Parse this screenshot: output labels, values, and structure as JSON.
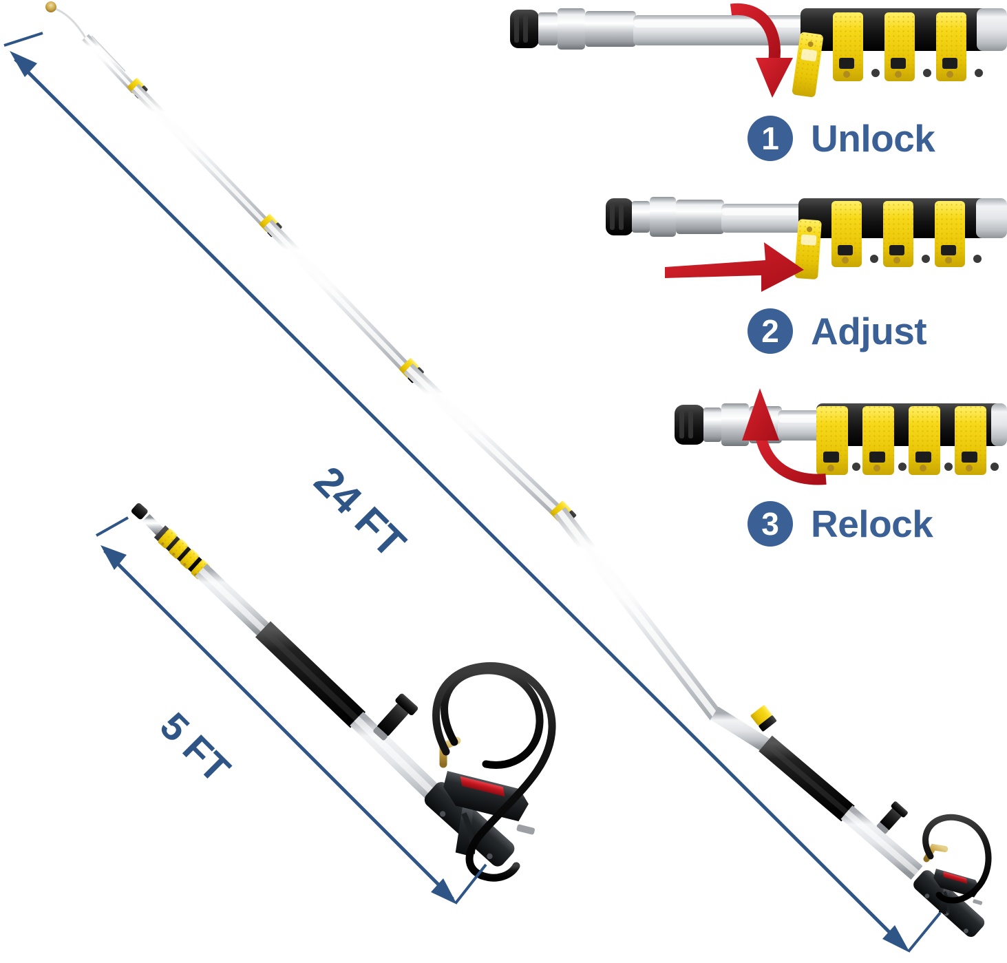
{
  "product": {
    "type": "telescoping-pressure-washer-wand",
    "background_color": "#ffffff"
  },
  "dimensions": {
    "extended": {
      "label": "24 FT",
      "value": 24,
      "unit": "FT"
    },
    "collapsed": {
      "label": "5 FT",
      "value": 5,
      "unit": "FT"
    }
  },
  "steps": [
    {
      "number": "1",
      "label": "Unlock",
      "arrow": "curved-down",
      "arrow_color": "#c8102e"
    },
    {
      "number": "2",
      "label": "Adjust",
      "arrow": "straight-right",
      "arrow_color": "#c8102e"
    },
    {
      "number": "3",
      "label": "Relock",
      "arrow": "curved-up",
      "arrow_color": "#c8102e"
    }
  ],
  "colors": {
    "step_blue": "#3a6096",
    "dimension_blue": "#2e5585",
    "arrow_red": "#c8102e",
    "clamp_yellow": "#f5d20a",
    "clamp_black": "#1c1c1c",
    "tube_aluminum": "#d8dadd",
    "brass": "#b99040",
    "trigger_red": "#cc1f2a"
  },
  "parts": {
    "nozzle_tip": "brass-nozzle-tip",
    "collar": "yellow-locking-collar",
    "clamp_lever": "yellow-cam-lever",
    "foam_grip": "black-foam-grip",
    "spray_gun": "pressure-washer-spray-gun",
    "hose": "coiled-high-pressure-hose",
    "end_cap": "black-end-cap",
    "chrome_fitting": "chrome-hex-fitting"
  }
}
